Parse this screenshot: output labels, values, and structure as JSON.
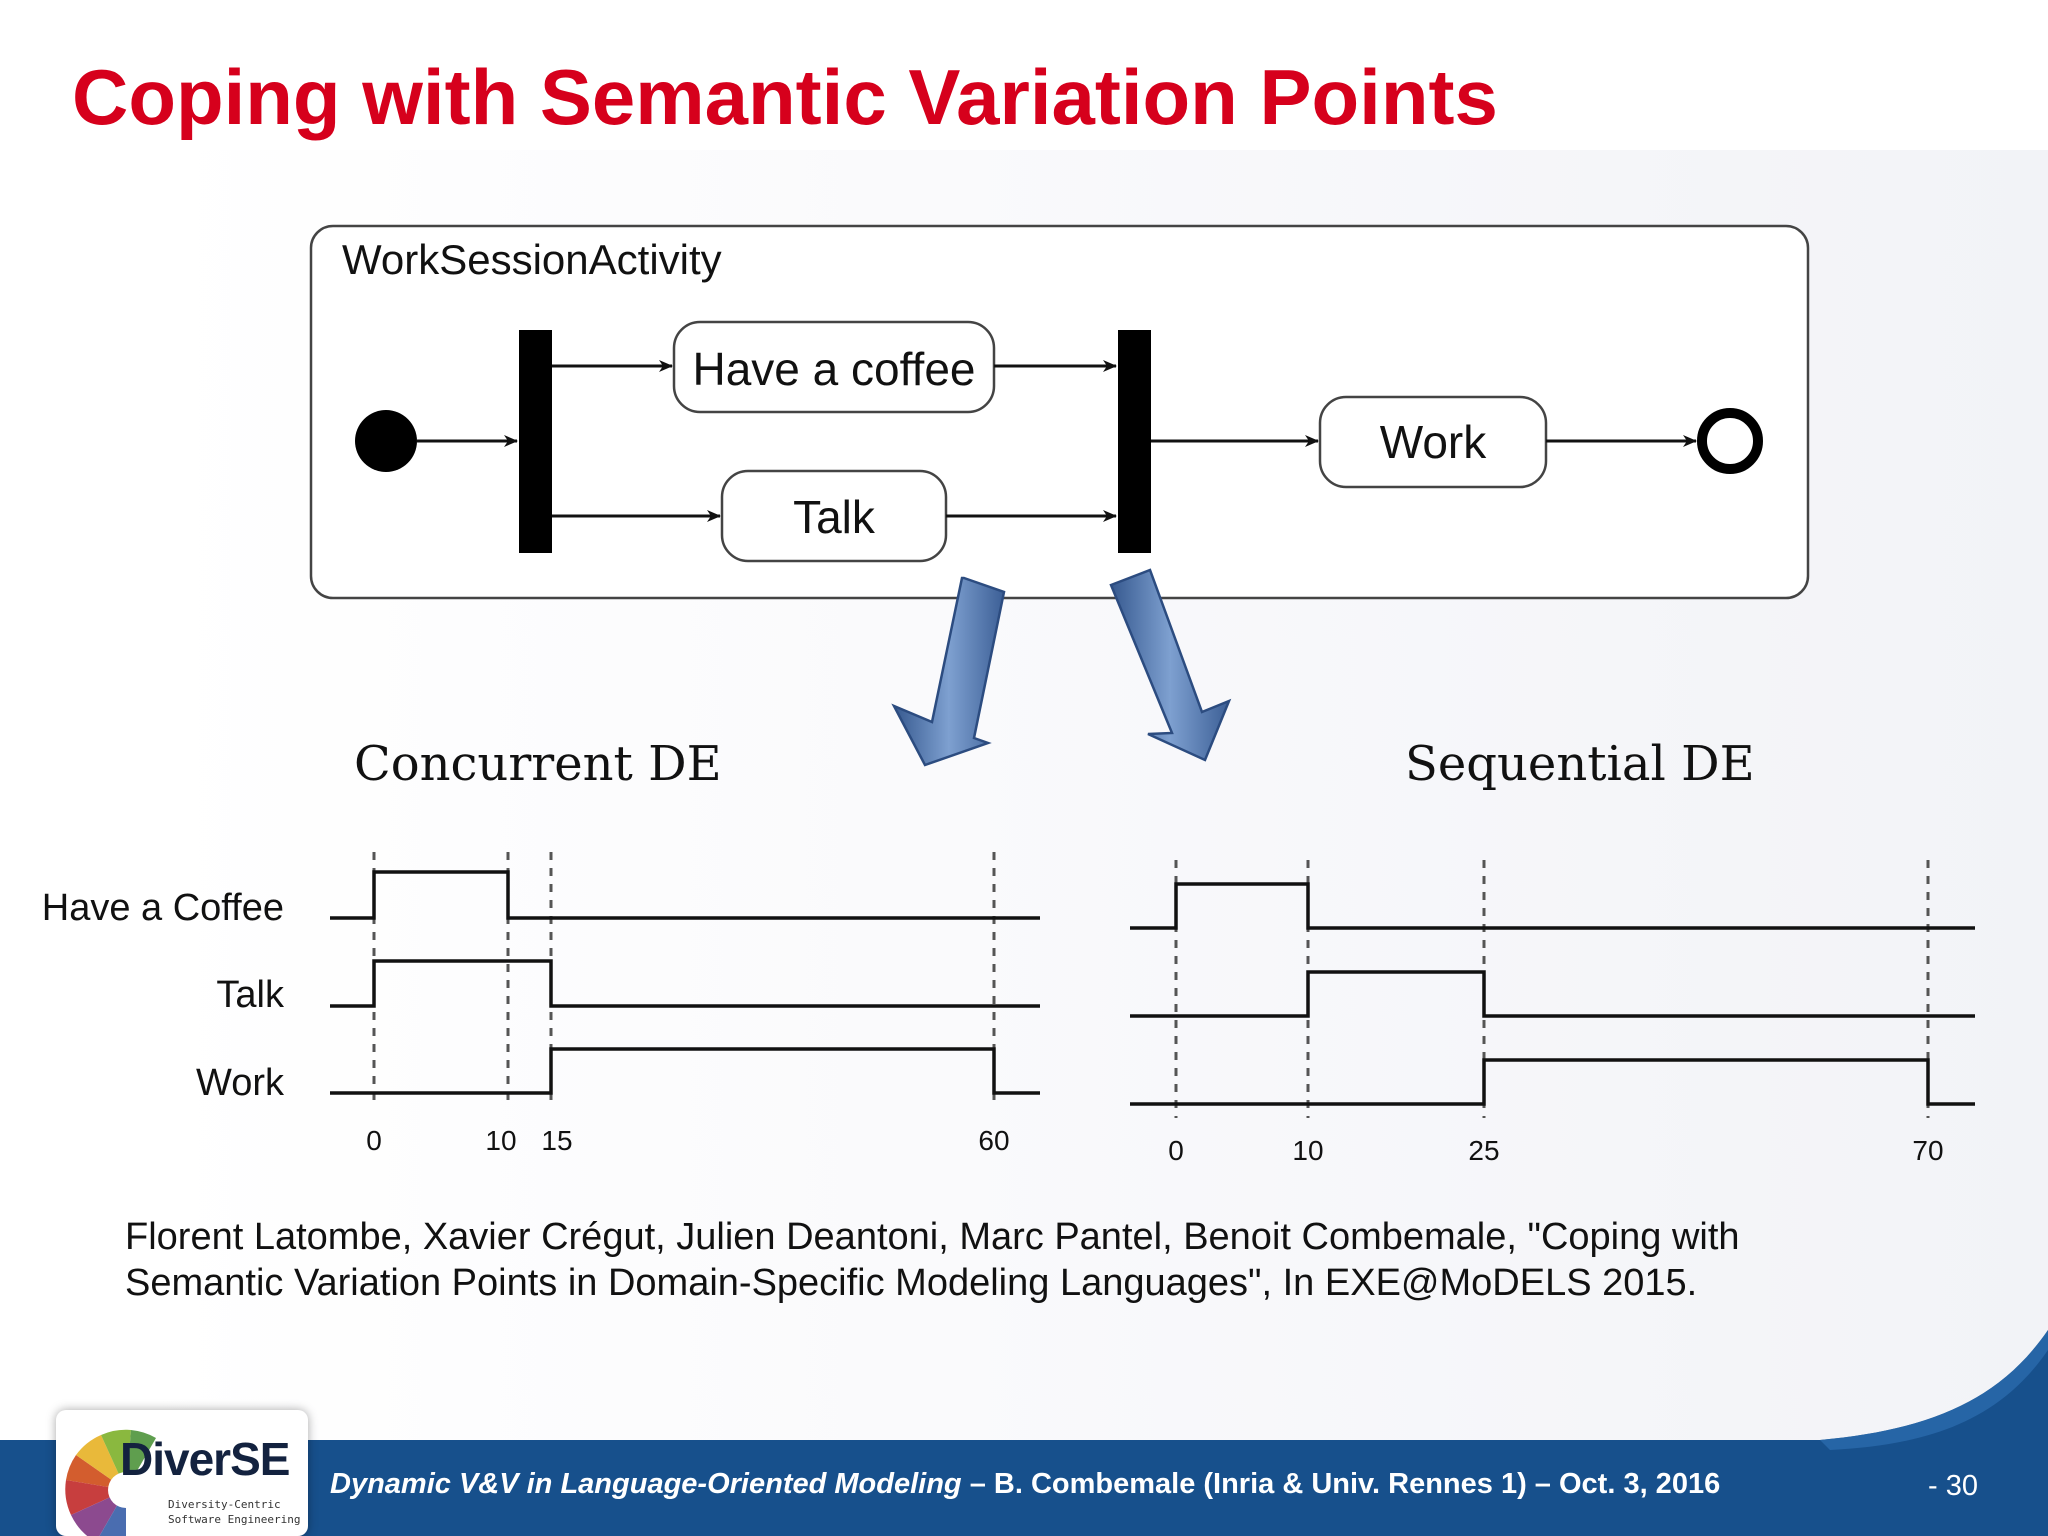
{
  "slide": {
    "title": "Coping with Semantic Variation Points",
    "citation": "Florent Latombe, Xavier Crégut, Julien Deantoni, Marc Pantel, Benoit Combemale, \"Coping with Semantic Variation Points in Domain-Specific Modeling Languages\", In EXE@MoDELS 2015."
  },
  "activity": {
    "name": "WorkSessionActivity",
    "nodes": {
      "coffee": "Have a coffee",
      "talk": "Talk",
      "work": "Work"
    }
  },
  "timing": {
    "concurrent": {
      "title": "Concurrent DE",
      "signals": [
        "Have a Coffee",
        "Talk",
        "Work"
      ],
      "ticks": [
        "0",
        "10",
        "15",
        "60"
      ]
    },
    "sequential": {
      "title": "Sequential DE",
      "ticks": [
        "0",
        "10",
        "25",
        "70"
      ]
    }
  },
  "footer": {
    "talk_title": "Dynamic V&V in Language-Oriented Modeling",
    "author_info": " – B. Combemale (Inria & Univ. Rennes 1) – Oct. 3, 2016",
    "page": "- 30"
  },
  "logo": {
    "name": "DiverSE",
    "line1": "Diversity-Centric",
    "line2": "Software Engineering"
  },
  "colors": {
    "title": "#d6001c",
    "arrow_fill": "#5b7fb6",
    "footer_band": "#17508c"
  }
}
